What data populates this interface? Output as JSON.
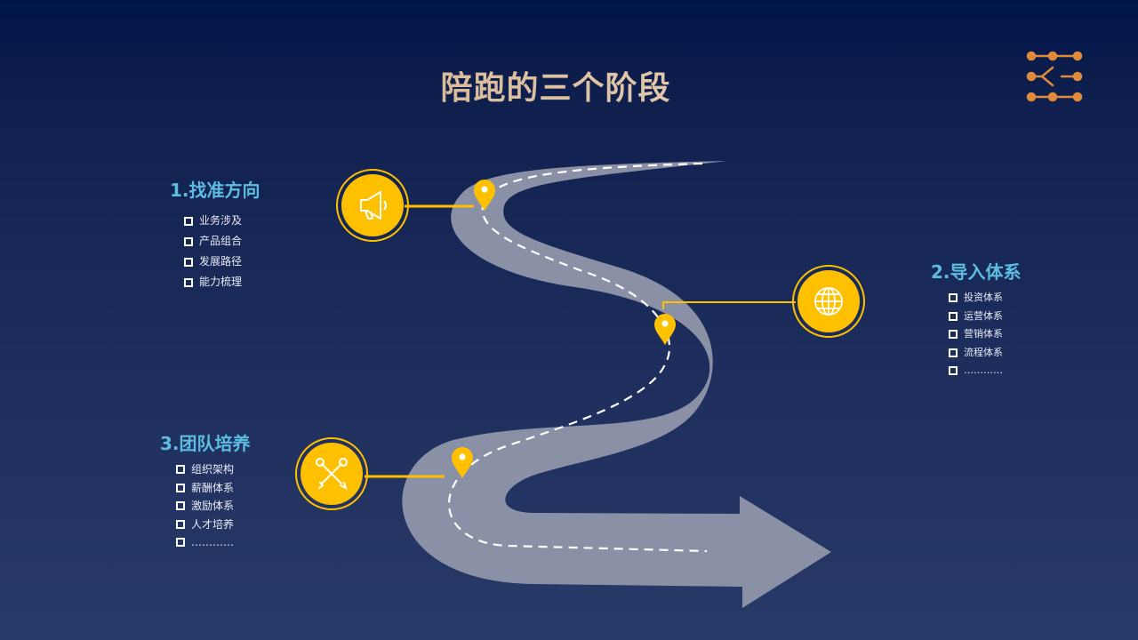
{
  "title": "陪跑的三个阶段",
  "colors": {
    "accent": "#ffc000",
    "road": "#8a91a6",
    "heading": "#5dbde1",
    "corner_icon": "#e08a3c"
  },
  "stages": [
    {
      "title": "1.找准方向",
      "icon": "megaphone-icon",
      "items": [
        "业务涉及",
        "产品组合",
        "发展路径",
        "能力梳理"
      ]
    },
    {
      "title": "2.导入体系",
      "icon": "globe-icon",
      "items": [
        "投资体系",
        "运营体系",
        "营销体系",
        "流程体系",
        "…………"
      ]
    },
    {
      "title": "3.团队培养",
      "icon": "tools-icon",
      "items": [
        "组织架构",
        "薪酬体系",
        "激励体系",
        "人才培养",
        "…………"
      ]
    }
  ]
}
